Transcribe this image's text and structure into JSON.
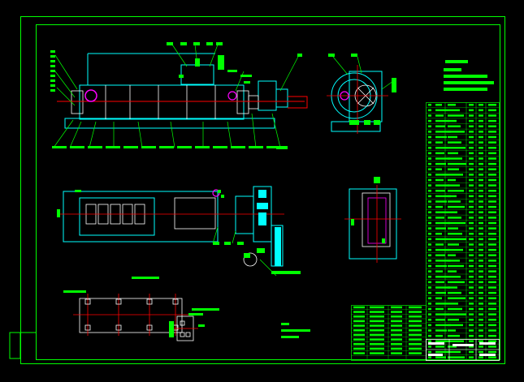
{
  "colors": {
    "background": "#000000",
    "border": "#00ff00",
    "outline_cyan": "#00ffff",
    "detail_white": "#ffffff",
    "centerline_red": "#ff0000",
    "highlight_magenta": "#ff00ff",
    "label_green": "#00ff00",
    "dimension_yellow": "#ffff00",
    "table_line": "#00cc00"
  },
  "drawing": {
    "views": [
      "side-elevation",
      "end-elevation",
      "plan-view",
      "section-view",
      "foundation-plan",
      "detail-view"
    ],
    "icons": [
      "cad-crosshair"
    ]
  }
}
